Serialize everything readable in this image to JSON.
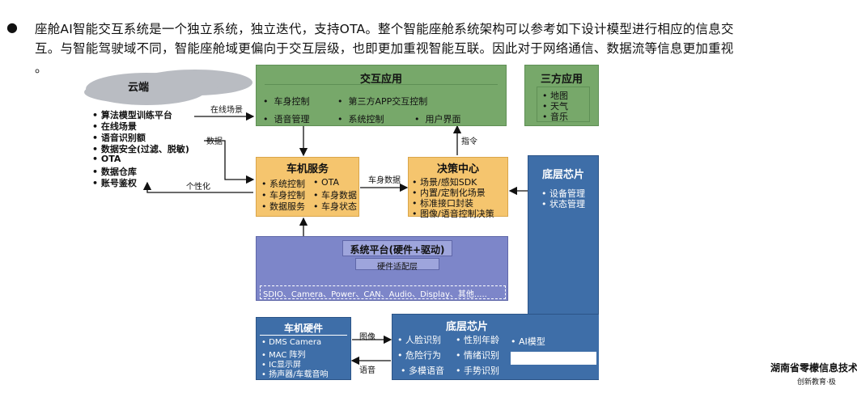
{
  "intro": {
    "bullet": "●",
    "line1": "座舱AI智能交互系统是一个独立系统，独立迭代，支持OTA。整个智能座舱系统架构可以参考如下设计模型进行相应的信息交",
    "line2": "互。与智能驾驶域不同，智能座舱域更偏向于交互层级，也即更加重视智能互联。因此对于网络通信、数据流等信息更加重视",
    "line3": "。"
  },
  "diagram": {
    "cloud": {
      "title": "云端",
      "items": [
        "算法模型训练平台",
        "在线场景",
        "语音识别额",
        "数据安全(过滤、脱敏)",
        "OTA",
        "数据仓库",
        "账号鉴权"
      ]
    },
    "interaction": {
      "title": "交互应用",
      "items": [
        "车身控制",
        "第三方APP交互控制",
        "语音管理",
        "系统控制",
        "用户界面"
      ]
    },
    "third_party": {
      "title": "三方应用",
      "items": [
        "地图",
        "天气",
        "音乐"
      ]
    },
    "vehicle_service": {
      "title": "车机服务",
      "items": [
        "系统控制",
        "OTA",
        "车身控制",
        "车身数据",
        "数据服务",
        "车身状态"
      ]
    },
    "decision": {
      "title": "决策中心",
      "items": [
        "场景/感知SDK",
        "内置/定制化场景",
        "标准接口封装",
        "图像/语音控制决策"
      ]
    },
    "chip_top": {
      "title": "底层芯片",
      "items": [
        "设备管理",
        "状态管理"
      ]
    },
    "system_platform": {
      "title": "系统平台(硬件+驱动)",
      "sub": "硬件适配层",
      "items": "SDIO、Camera、Power、CAN、Audio、Display、其他....."
    },
    "hardware": {
      "title": "车机硬件",
      "items": [
        "DMS Camera",
        "MAC 阵列",
        "IC显示屏",
        "扬声器/车载音响"
      ]
    },
    "chip_bottom": {
      "title": "底层芯片",
      "items": [
        "人脸识别",
        "性别年龄",
        "AI模型",
        "危险行为",
        "情绪识别",
        "多模语音",
        "手势识别"
      ]
    },
    "arrows": {
      "online": "在线场景",
      "data": "数据",
      "personal": "个性化",
      "body_data": "车身数据",
      "command": "指令",
      "image": "图像",
      "voice": "语音"
    }
  },
  "footer": {
    "company": "湖南省零檬信息技术",
    "slogan": "创新教育·极"
  },
  "colors": {
    "green": "#77a86a",
    "orange": "#f5c56e",
    "purple": "#7d86c9",
    "blue": "#3e6ea8",
    "cloud": "#b9bcc2"
  }
}
